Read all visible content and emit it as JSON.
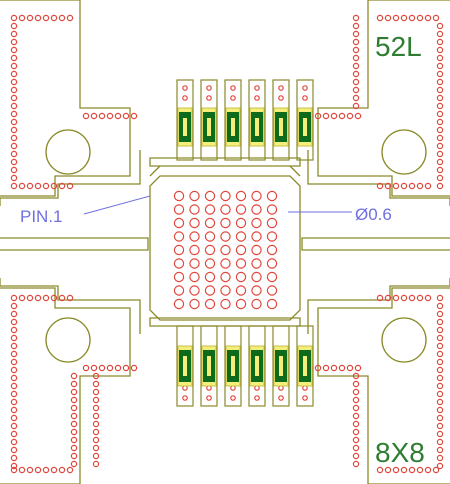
{
  "labels": {
    "top_right": "52L",
    "bottom_right": "8X8",
    "pin1": "PIN.1",
    "via_diameter": "Ø0.6"
  },
  "colors": {
    "background": "#ffffff",
    "copper_outline": "#8a8a2a",
    "via": "#e0463c",
    "component_body": "#0f6b1c",
    "component_pad": "#f4ee7a",
    "corner_text": "#2e7d32",
    "annotation": "#6f6fe0"
  }
}
